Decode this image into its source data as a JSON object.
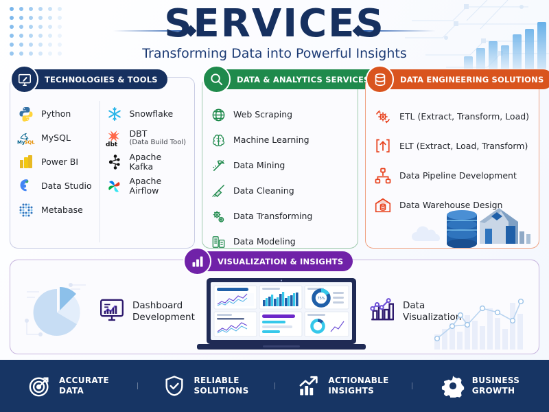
{
  "header": {
    "title": "SERVICES",
    "subtitle": "Transforming Data into Powerful Insights",
    "accent_navy": "#16305f",
    "divider_icon_left": "diamond-icon",
    "divider_icon_right": "diamond-icon"
  },
  "panels": [
    {
      "id": "technologies-tools",
      "badge_label": "TECHNOLOGIES & TOOLS",
      "badge_color": "#16305f",
      "badge_icon": "monitor-pen-icon",
      "columns": [
        {
          "items": [
            {
              "label": "Python",
              "icon": "python-icon"
            },
            {
              "label": "MySQL",
              "icon": "mysql-dolphin-icon"
            },
            {
              "label": "Power BI",
              "icon": "power-bi-icon"
            },
            {
              "label": "Data Studio",
              "icon": "data-studio-icon"
            },
            {
              "label": "Metabase",
              "icon": "metabase-icon"
            }
          ]
        },
        {
          "items": [
            {
              "label": "Snowflake",
              "icon": "snowflake-icon"
            },
            {
              "label": "DBT",
              "sublabel": "(Data Build Tool)",
              "icon": "dbt-icon"
            },
            {
              "label": "Apache Kafka",
              "icon": "apache-kafka-icon"
            },
            {
              "label": "Apache Airflow",
              "icon": "apache-airflow-icon"
            }
          ]
        }
      ]
    },
    {
      "id": "data-analytics-services",
      "badge_label": "DATA & ANALYTICS SERVICES",
      "badge_color": "#1f8a4c",
      "badge_icon": "magnifier-icon",
      "columns": [
        {
          "items": [
            {
              "label": "Web Scraping",
              "icon": "globe-icon"
            },
            {
              "label": "Machine Learning",
              "icon": "brain-icon"
            },
            {
              "label": "Data Mining",
              "icon": "pickaxe-icon"
            },
            {
              "label": "Data Cleaning",
              "icon": "broom-icon"
            },
            {
              "label": "Data Transforming",
              "icon": "gears-icon"
            },
            {
              "label": "Data Modeling",
              "icon": "data-model-icon"
            }
          ]
        }
      ]
    },
    {
      "id": "data-engineering-solutions",
      "badge_label": "DATA ENGINEERING SOLUTIONS",
      "badge_color": "#d9541e",
      "badge_icon": "database-icon",
      "columns": [
        {
          "items": [
            {
              "label": "ETL (Extract, Transform, Load)",
              "icon": "gear-refresh-icon"
            },
            {
              "label": "ELT (Extract, Load, Transform)",
              "icon": "upload-icon"
            },
            {
              "label": "Data Pipeline Development",
              "icon": "pipeline-nodes-icon"
            },
            {
              "label": "Data Warehouse Design",
              "icon": "warehouse-database-icon"
            }
          ]
        }
      ]
    }
  ],
  "visualization": {
    "badge_label": "VISUALIZATION & INSIGHTS",
    "badge_color": "#7022a8",
    "badge_icon": "bar-chart-icon",
    "items": [
      {
        "label": "Dashboard\nDevelopment",
        "line1": "Dashboard",
        "line2": "Development",
        "icon": "dashboard-monitor-icon"
      },
      {
        "label": "Data\nVisualization",
        "line1": "Data",
        "line2": "Visualization",
        "icon": "bar-line-chart-icon"
      }
    ],
    "decorations": [
      "pie-chart-art",
      "laptop-dashboard-art",
      "trend-chart-art"
    ]
  },
  "footer": {
    "background": "#173564",
    "items": [
      {
        "line1": "ACCURATE",
        "line2": "DATA",
        "icon": "target-icon"
      },
      {
        "line1": "RELIABLE",
        "line2": "SOLUTIONS",
        "icon": "shield-check-icon"
      },
      {
        "line1": "ACTIONABLE",
        "line2": "INSIGHTS",
        "icon": "chart-arrow-icon"
      },
      {
        "line1": "BUSINESS",
        "line2": "GROWTH",
        "icon": "gear-icon"
      }
    ]
  }
}
